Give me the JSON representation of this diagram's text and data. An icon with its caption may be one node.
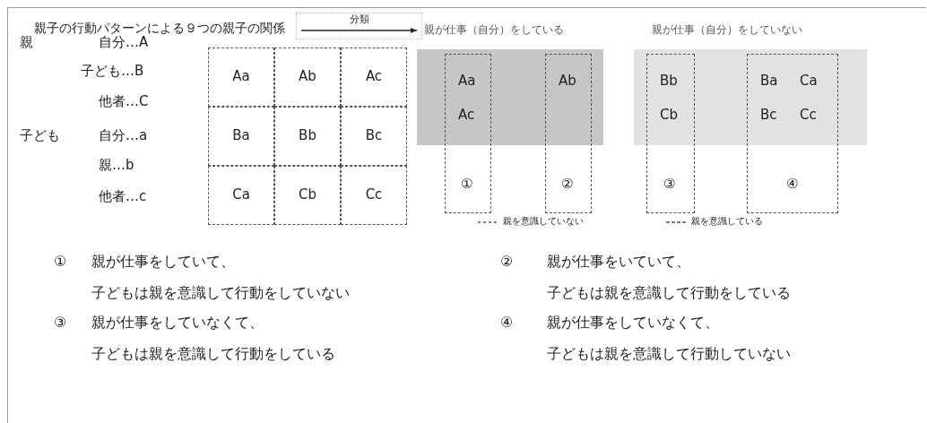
{
  "diagram": {
    "nodes": [
      {
        "text": [
          "親子の行動パターンによる９つの親子の関係"
        ]
      },
      {
        "text": [
          "Aa"
        ]
      },
      {
        "text": [
          "Ab"
        ]
      },
      {
        "text": [
          "Ac"
        ]
      },
      {
        "text": [
          "Ba"
        ]
      },
      {
        "text": [
          "Bb"
        ]
      },
      {
        "text": [
          "Bc"
        ]
      },
      {
        "text": [
          "Ca"
        ]
      },
      {
        "text": [
          "Cb"
        ]
      },
      {
        "text": [
          "Cc"
        ]
      },
      {
        "text": [
          "親が仕事（自分）をしている"
        ]
      },
      {
        "text": [
          "親が仕事（自分）をしていない"
        ]
      },
      {
        "text": [
          "Aa",
          "Ac",
          "①"
        ]
      },
      {
        "text": [
          "Ab",
          "②"
        ]
      },
      {
        "text": [
          "Bb",
          "Cb",
          "③"
        ]
      },
      {
        "text": [
          "Ba",
          "Ca",
          "Bc",
          "Cc",
          "④"
        ]
      }
    ],
    "edges": [
      {
        "from": 0,
        "to": 10,
        "arrow": "to",
        "label": "分類"
      }
    ],
    "labels": [
      "親",
      "自分…A",
      "子ども…B",
      "他者…C",
      "子ども",
      "自分…a",
      "親…b",
      "他者…c",
      "①",
      "親が仕事をしていて、",
      "子どもは親を意識して行動をしていない",
      "②",
      "親が仕事をいていて、",
      "子どもは親を意識して行動をしている",
      "③",
      "親が仕事をしていなくて、",
      "子どもは親を意識して行動をしている",
      "④",
      "親が仕事をしていなくて、",
      "子どもは親を意識して行動していない"
    ],
    "legend": [
      {
        "text": "親を意識していない"
      },
      {
        "text": "親を意識している"
      }
    ]
  }
}
